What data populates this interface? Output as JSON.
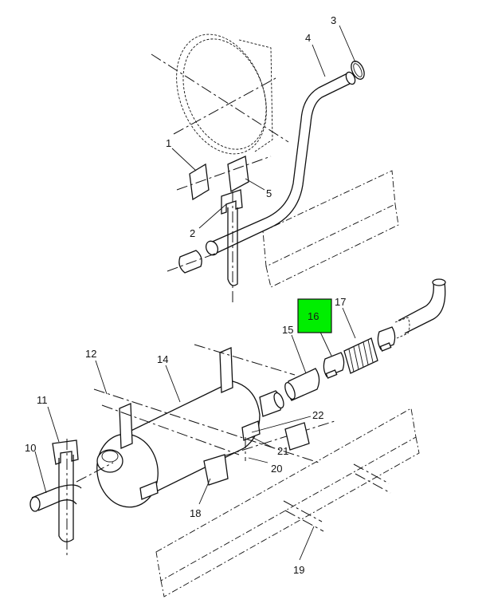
{
  "diagram": {
    "highlight_color": "#00ee00",
    "callouts": [
      {
        "id": "1",
        "text": "1"
      },
      {
        "id": "2",
        "text": "2"
      },
      {
        "id": "3",
        "text": "3"
      },
      {
        "id": "4",
        "text": "4"
      },
      {
        "id": "5",
        "text": "5"
      },
      {
        "id": "10",
        "text": "10"
      },
      {
        "id": "11",
        "text": "11"
      },
      {
        "id": "12",
        "text": "12"
      },
      {
        "id": "14",
        "text": "14"
      },
      {
        "id": "15",
        "text": "15"
      },
      {
        "id": "16",
        "text": "16"
      },
      {
        "id": "17",
        "text": "17"
      },
      {
        "id": "18",
        "text": "18"
      },
      {
        "id": "19",
        "text": "19"
      },
      {
        "id": "20",
        "text": "20"
      },
      {
        "id": "21",
        "text": "21"
      },
      {
        "id": "22",
        "text": "22"
      }
    ],
    "footer_left": "",
    "footer_right": ""
  }
}
